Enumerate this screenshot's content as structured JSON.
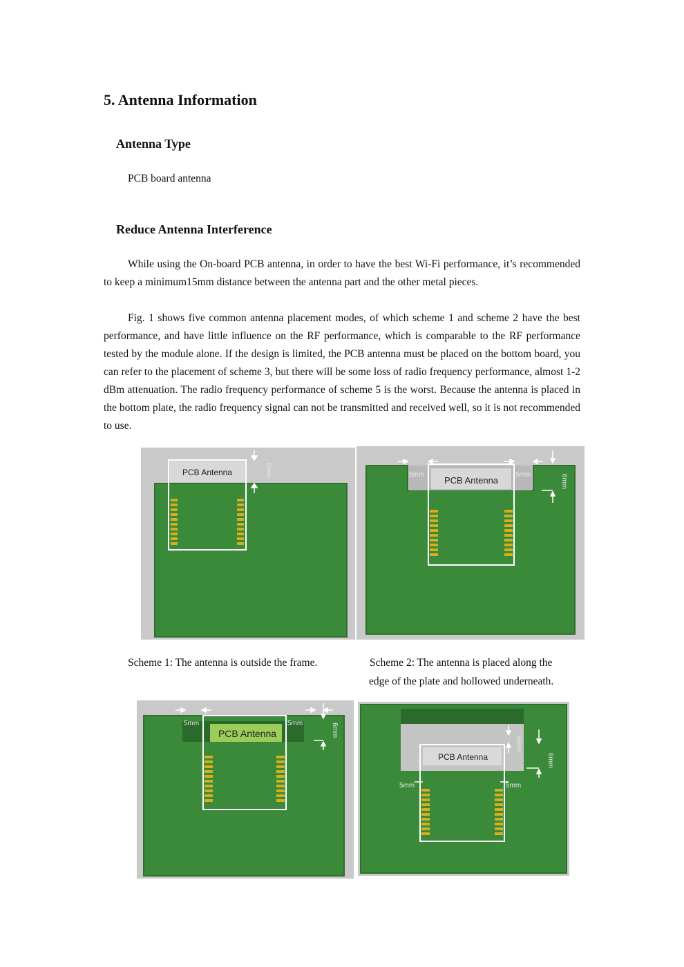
{
  "section_title": "5. Antenna Information",
  "antenna_type": {
    "heading": "Antenna Type",
    "value": "PCB board antenna"
  },
  "interference": {
    "heading": "Reduce Antenna Interference",
    "paragraph1": "While using the On-board PCB antenna, in order to have the best Wi-Fi performance, it’s recommended to keep a minimum15mm distance between the antenna part and the other metal pieces.",
    "paragraph2": "Fig. 1 shows five common antenna placement modes, of which scheme 1 and scheme 2 have the best performance, and have little influence on the RF performance, which is comparable to the RF performance tested by the module alone. If the design is limited, the PCB antenna must be placed on the bottom board, you can refer to the placement of scheme 3, but there will be some loss of radio frequency performance, almost 1-2 dBm attenuation. The radio frequency performance of scheme 5 is the worst. Because the antenna is placed in the bottom plate, the radio frequency signal can not be transmitted and received well, so it is not recommended to use."
  },
  "figures": {
    "antenna_label": "PCB Antenna",
    "dim_5mm": "5mm",
    "dim_6mm": "6mm",
    "caption1": "Scheme 1: The antenna is outside the frame.",
    "caption2_line1": "Scheme 2: The antenna is placed along the",
    "caption2_line2": "edge of the plate and hollowed underneath."
  },
  "colors": {
    "pcb_green": "#3a8a3a",
    "pcb_edge": "#2f6f2f",
    "background_gray": "#c9c9c9",
    "antenna_light_green": "#9ccc5a"
  }
}
